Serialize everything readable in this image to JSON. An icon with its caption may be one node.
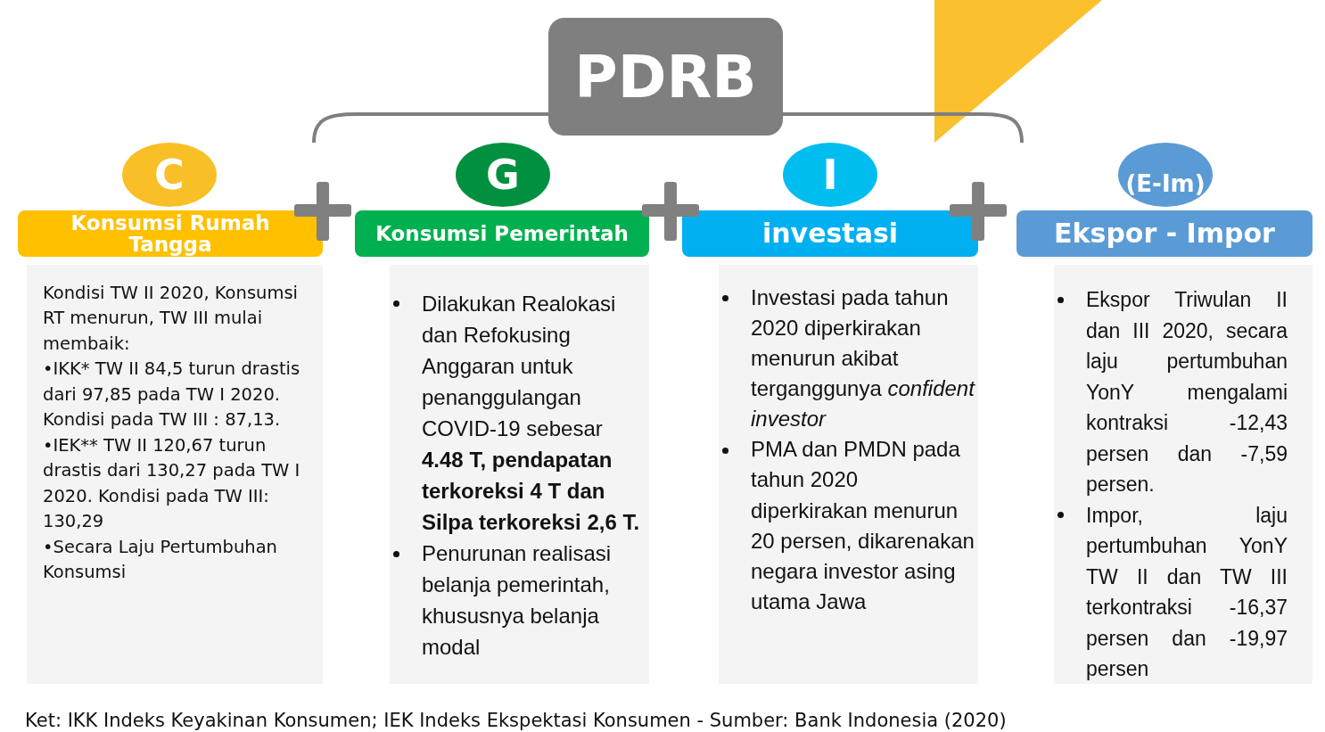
{
  "diagram": {
    "nodes": [
      {
        "text": [
          "PDRB"
        ]
      },
      {
        "text": [
          "C"
        ]
      },
      {
        "text": [
          "Konsumsi Rumah Tangga"
        ]
      },
      {
        "text": [
          "Kondisi TW II 2020, Konsumsi RT menurun, TW III mulai membaik:",
          "•IKK* TW II 84,5 turun drastis dari 97,85 pada TW I 2020. Kondisi pada TW III : 87,13.",
          "•IEK** TW II 120,67 turun drastis dari 130,27 pada TW I 2020. Kondisi pada TW III: 130,29",
          "•Secara Laju Pertumbuhan Konsumsi"
        ]
      },
      {
        "text": [
          "G"
        ]
      },
      {
        "text": [
          "Konsumsi Pemerintah"
        ]
      },
      {
        "text": [
          "Dilakukan Realokasi dan Refokusing Anggaran untuk penanggulangan COVID-19 sebesar **4.48 T, pendapatan terkoreksi 4 T dan Silpa terkoreksi 2,6 T.**",
          "Penurunan realisasi belanja pemerintah, khususnya belanja modal"
        ]
      },
      {
        "text": [
          "I"
        ]
      },
      {
        "text": [
          "investasi"
        ]
      },
      {
        "text": [
          "Investasi pada tahun 2020 diperkirakan menurun akibat terganggunya *confident investor*",
          "PMA dan PMDN pada tahun 2020 diperkirakan menurun 20 persen, dikarenakan negara investor asing utama Jawa"
        ]
      },
      {
        "text": [
          "(E-Im)"
        ]
      },
      {
        "text": [
          "Ekspor - Impor"
        ]
      },
      {
        "text": [
          "Ekspor Triwulan II dan III 2020, secara laju pertumbuhan YonY mengalami kontraksi -12,43 persen dan -7,59 persen.",
          "Impor, laju pertumbuhan YonY TW II dan TW III terkontraksi -16,37 persen dan -19,97 persen"
        ]
      }
    ],
    "caption": "Ket: IKK Indeks Keyakinan Konsumen; IEK Indeks Ekspektasi Konsumen - Sumber: Bank Indonesia (2020)"
  }
}
